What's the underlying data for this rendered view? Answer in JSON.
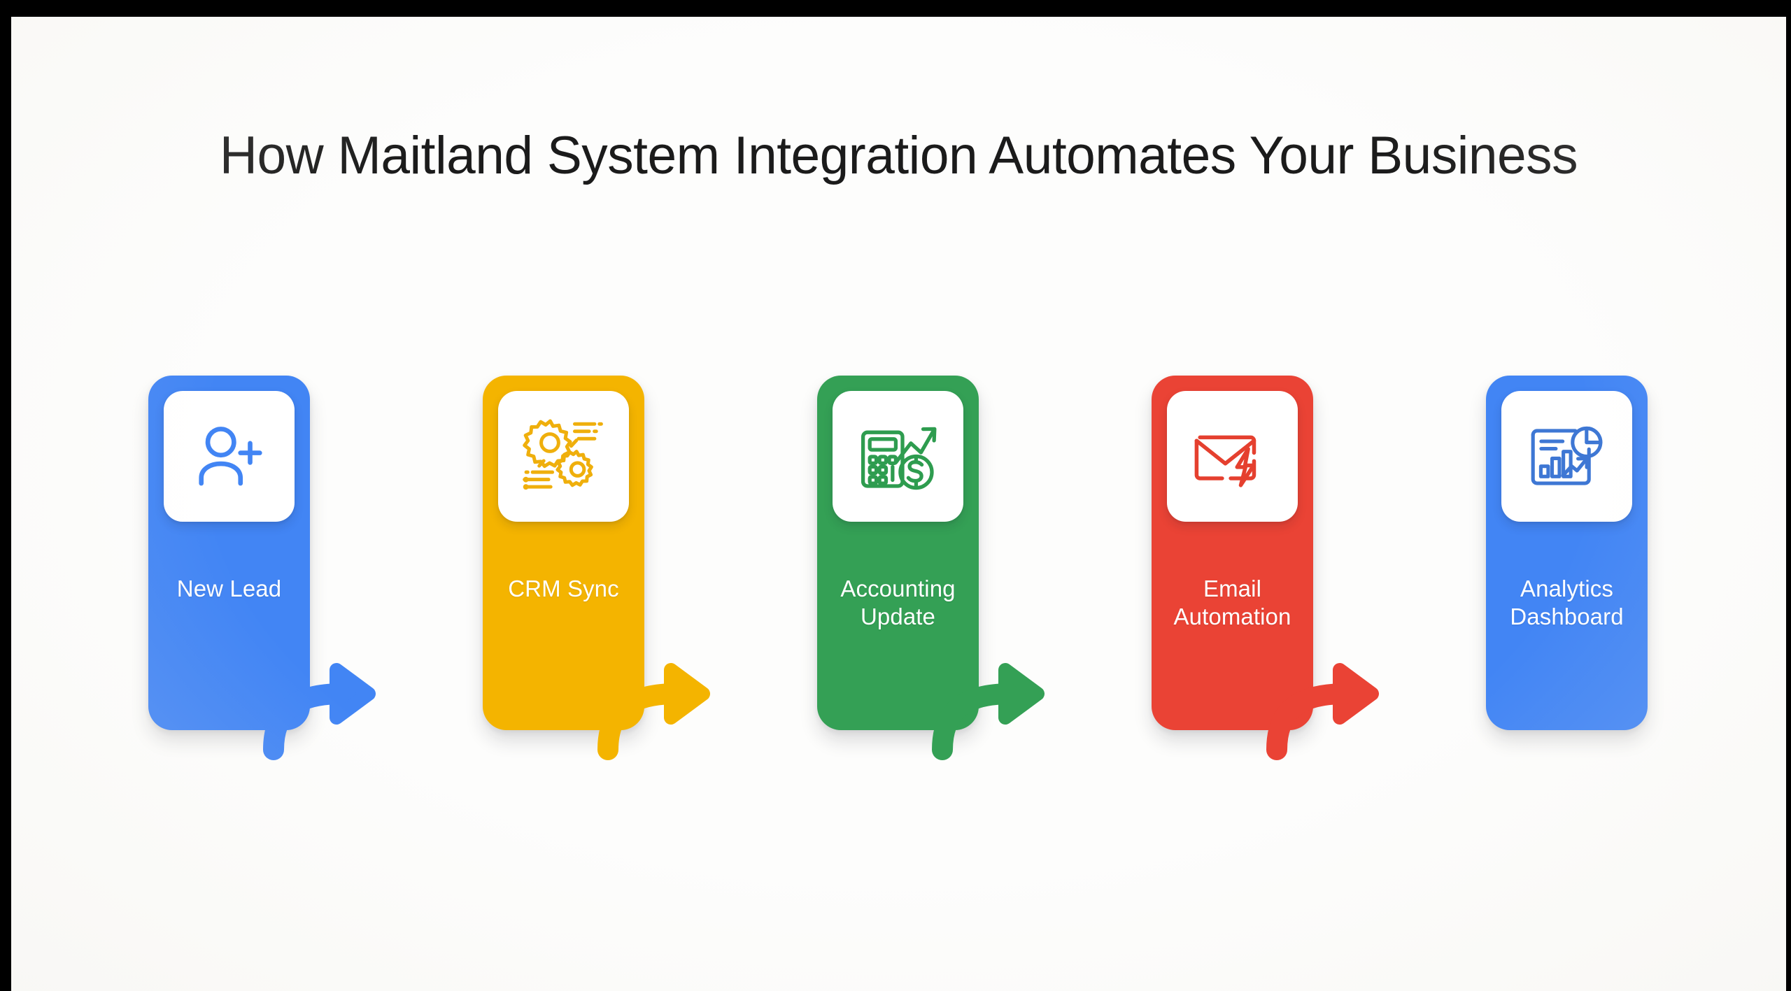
{
  "page": {
    "background": "#FDFDFC",
    "letterbox_color": "#000000"
  },
  "header": {
    "title": "How Maitland System Integration Automates Your Business",
    "title_color": "#1B1B1B"
  },
  "diagram": {
    "type": "horizontal-process-flow",
    "step_count": 5,
    "steps": [
      {
        "index": 1,
        "label": "New Lead",
        "color": "#4285F4",
        "icon": "user-plus-icon"
      },
      {
        "index": 2,
        "label": "CRM Sync",
        "color": "#F4B400",
        "icon": "gears-settings-icon"
      },
      {
        "index": 3,
        "label": "Accounting\nUpdate",
        "color": "#34A055",
        "icon": "calculator-dollar-growth-icon"
      },
      {
        "index": 4,
        "label": "Email\nAutomation",
        "color": "#EA4335",
        "icon": "email-lightning-icon"
      },
      {
        "index": 5,
        "label": "Analytics\nDashboard",
        "color": "#4285F4",
        "icon": "analytics-chart-icon"
      }
    ],
    "connectors": [
      {
        "index": 1,
        "from": "New Lead",
        "to": "CRM Sync",
        "color": "#4285F4",
        "icon": "curved-arrow-right-icon"
      },
      {
        "index": 2,
        "from": "CRM Sync",
        "to": "Accounting Update",
        "color": "#F4B400",
        "icon": "curved-arrow-right-icon"
      },
      {
        "index": 3,
        "from": "Accounting Update",
        "to": "Email Automation",
        "color": "#34A055",
        "icon": "curved-arrow-right-icon"
      },
      {
        "index": 4,
        "from": "Email Automation",
        "to": "Analytics Dashboard",
        "color": "#EA4335",
        "icon": "curved-arrow-right-icon"
      }
    ]
  }
}
